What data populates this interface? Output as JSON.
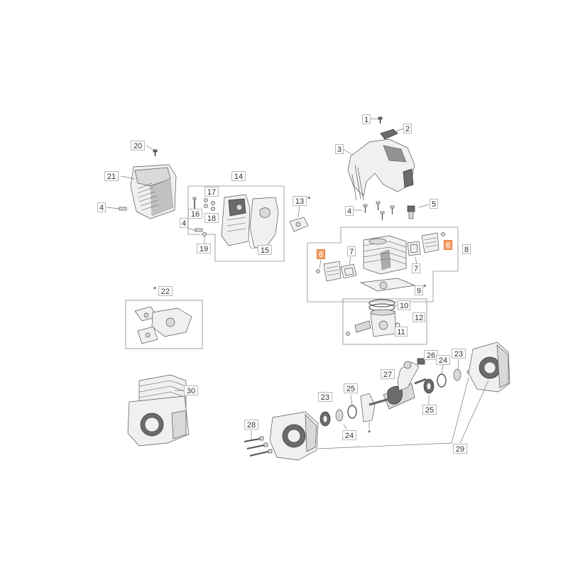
{
  "colors": {
    "highlight": "#f4a06a",
    "line": "#7a7a7a",
    "part_dark": "#6b6b6b",
    "part_light": "#d9d9d9"
  },
  "callouts": [
    {
      "id": "c1",
      "text": "1",
      "highlight": false
    },
    {
      "id": "c2",
      "text": "2",
      "highlight": false
    },
    {
      "id": "c3",
      "text": "3",
      "highlight": false
    },
    {
      "id": "c4a",
      "text": "4",
      "highlight": false
    },
    {
      "id": "c4b",
      "text": "4",
      "highlight": false
    },
    {
      "id": "c4c",
      "text": "4",
      "highlight": false
    },
    {
      "id": "c5",
      "text": "5",
      "highlight": false
    },
    {
      "id": "c6a",
      "text": "6",
      "highlight": true
    },
    {
      "id": "c6b",
      "text": "6",
      "highlight": true
    },
    {
      "id": "c7a",
      "text": "7",
      "highlight": false
    },
    {
      "id": "c7b",
      "text": "7",
      "highlight": false
    },
    {
      "id": "c8",
      "text": "8",
      "highlight": false
    },
    {
      "id": "c9",
      "text": "9",
      "highlight": false
    },
    {
      "id": "c10",
      "text": "10",
      "highlight": false
    },
    {
      "id": "c11",
      "text": "11",
      "highlight": false
    },
    {
      "id": "c12",
      "text": "12",
      "highlight": false
    },
    {
      "id": "c13",
      "text": "13",
      "highlight": false
    },
    {
      "id": "c14",
      "text": "14",
      "highlight": false
    },
    {
      "id": "c15",
      "text": "15",
      "highlight": false
    },
    {
      "id": "c16",
      "text": "16",
      "highlight": false
    },
    {
      "id": "c17",
      "text": "17",
      "highlight": false
    },
    {
      "id": "c18",
      "text": "18",
      "highlight": false
    },
    {
      "id": "c19",
      "text": "19",
      "highlight": false
    },
    {
      "id": "c20",
      "text": "20",
      "highlight": false
    },
    {
      "id": "c21",
      "text": "21",
      "highlight": false
    },
    {
      "id": "c22",
      "text": "22",
      "highlight": false
    },
    {
      "id": "c23a",
      "text": "23",
      "highlight": false
    },
    {
      "id": "c23b",
      "text": "23",
      "highlight": false
    },
    {
      "id": "c24a",
      "text": "24",
      "highlight": false
    },
    {
      "id": "c24b",
      "text": "24",
      "highlight": false
    },
    {
      "id": "c25a",
      "text": "25",
      "highlight": false
    },
    {
      "id": "c25b",
      "text": "25",
      "highlight": false
    },
    {
      "id": "c26",
      "text": "26",
      "highlight": false
    },
    {
      "id": "c27",
      "text": "27",
      "highlight": false
    },
    {
      "id": "c28",
      "text": "28",
      "highlight": false
    },
    {
      "id": "c29",
      "text": "29",
      "highlight": false
    },
    {
      "id": "c30",
      "text": "30",
      "highlight": false
    }
  ],
  "markers": {
    "asterisk": "*"
  }
}
